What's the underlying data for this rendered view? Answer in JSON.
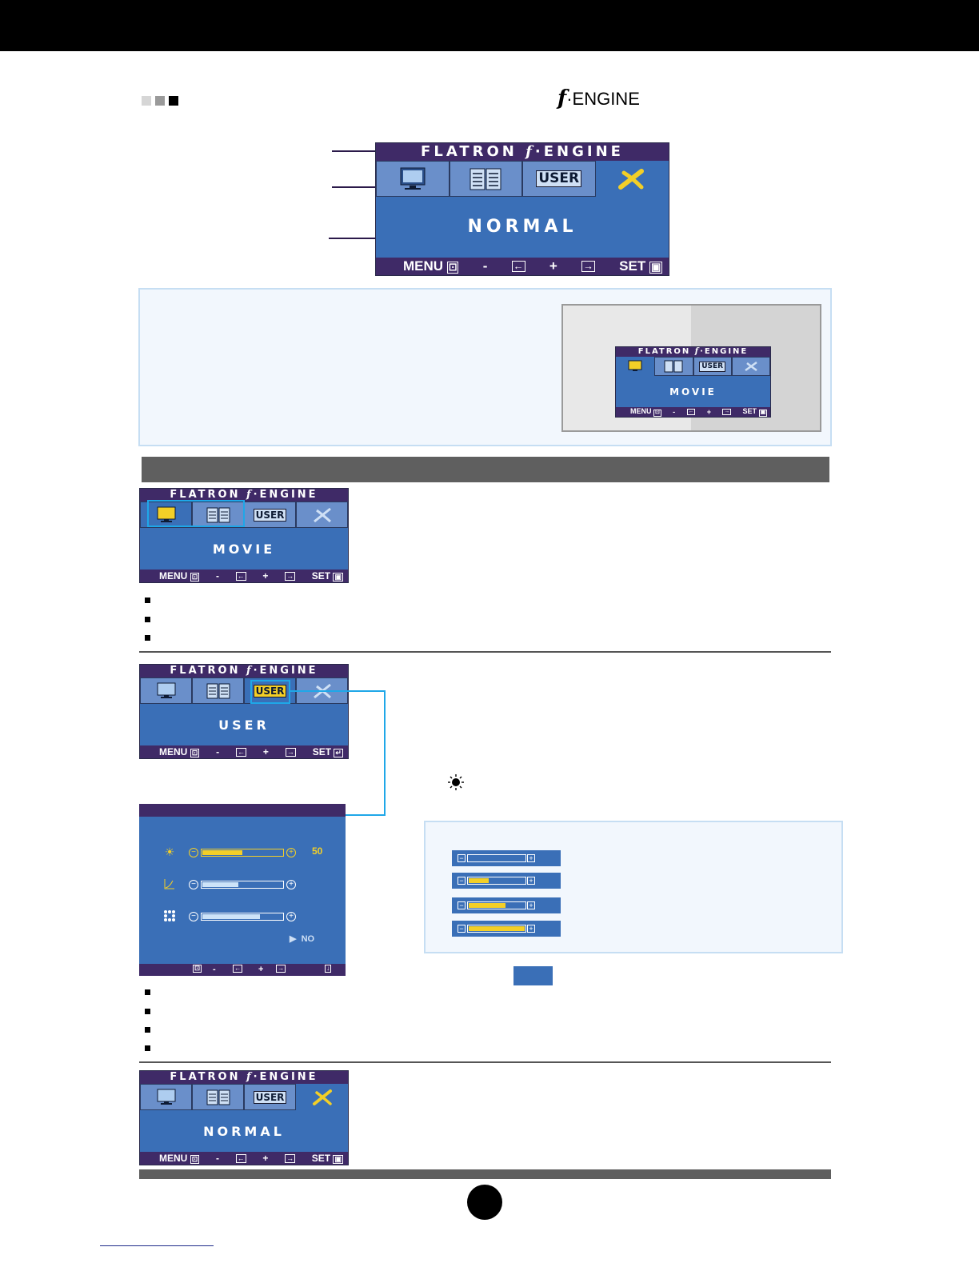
{
  "header": {
    "heading_f": "f",
    "heading_rest": "·ENGINE",
    "marker_colors": [
      "#d6d6d6",
      "#9a9a9a",
      "#000000"
    ]
  },
  "osd_main": {
    "title": "FLATRON",
    "title_f": "f",
    "title_engine": "ENGINE",
    "user_label": "USER",
    "mode": "NORMAL",
    "footer_menu": "MENU",
    "footer_minus": "-",
    "footer_plus": "+",
    "footer_set": "SET"
  },
  "osd_sample": {
    "title": "FLATRON",
    "title_f": "f",
    "title_engine": "ENGINE",
    "user_label": "USER",
    "mode": "MOVIE",
    "footer_menu": "MENU",
    "footer_minus": "-",
    "footer_plus": "+",
    "footer_set": "SET"
  },
  "osd_movie": {
    "title": "FLATRON",
    "title_f": "f",
    "title_engine": "ENGINE",
    "user_label": "USER",
    "mode": "MOVIE",
    "footer_menu": "MENU",
    "footer_minus": "-",
    "footer_plus": "+",
    "footer_set": "SET"
  },
  "osd_user": {
    "title": "FLATRON",
    "title_f": "f",
    "title_engine": "ENGINE",
    "user_label": "USER",
    "mode": "USER",
    "footer_menu": "MENU",
    "footer_minus": "-",
    "footer_plus": "+",
    "footer_set": "SET"
  },
  "osd_normal": {
    "title": "FLATRON",
    "title_f": "f",
    "title_engine": "ENGINE",
    "user_label": "USER",
    "mode": "NORMAL",
    "footer_menu": "MENU",
    "footer_minus": "-",
    "footer_plus": "+",
    "footer_set": "SET"
  },
  "user_submenu": {
    "brightness_value": "50",
    "brightness_level": 0.5,
    "gamma_level": 0.45,
    "sharpness_level": 0.72,
    "reset_arrow": "▶",
    "reset_value": "NO",
    "footer_minus": "-",
    "footer_plus": "+",
    "icons": [
      "brightness-icon",
      "gamma-icon",
      "sharpness-icon"
    ]
  },
  "brightness_levels": [
    0.0,
    0.35,
    0.65,
    1.0
  ],
  "colors": {
    "osd_blue": "#3a6fb7",
    "osd_purple": "#3f2a67",
    "highlight_cyan": "#1fa7e8",
    "accent_yellow": "#f3cf27"
  }
}
